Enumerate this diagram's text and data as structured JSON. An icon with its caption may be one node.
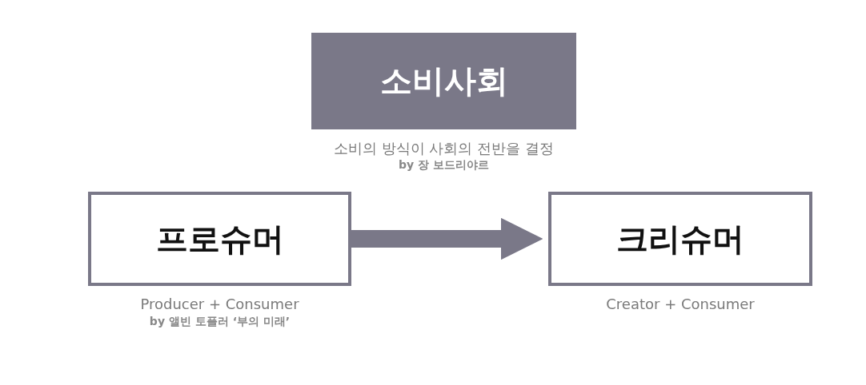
{
  "diagram": {
    "nodes": [
      {
        "text": [
          "소비사회"
        ],
        "beside": [
          "소비의 방식이 사회의 전반을 결정",
          "by 장 보드리야르"
        ]
      },
      {
        "text": [
          "프로슈머"
        ],
        "beside": [
          "Producer + Consumer",
          "by 앨빈 토플러 ‘부의 미래’"
        ]
      },
      {
        "text": [
          "크리슈머"
        ],
        "beside": [
          "Creator + Consumer"
        ]
      }
    ],
    "edges": [
      {
        "from": 1,
        "to": 2,
        "arrow": "to"
      }
    ]
  }
}
